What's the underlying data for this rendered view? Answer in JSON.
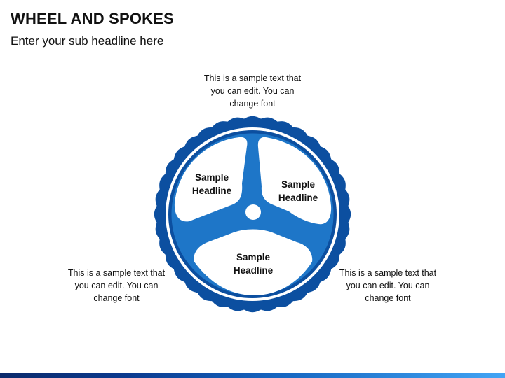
{
  "header": {
    "title": "WHEEL AND SPOKES",
    "subtitle": "Enter your sub headline here"
  },
  "callouts": {
    "top": [
      "This is a sample text that",
      "you can edit. You can",
      "change font"
    ],
    "left": [
      "This is a sample text that",
      "you can edit. You can",
      "change font"
    ],
    "right": [
      "This is a sample text that",
      "you can edit. You can",
      "change font"
    ]
  },
  "segments": {
    "left": [
      "Sample",
      "Headline"
    ],
    "right": [
      "Sample",
      "Headline"
    ],
    "bottom": [
      "Sample",
      "Headline"
    ]
  },
  "colors": {
    "outer_ring": "#0c4fa0",
    "spokes": "#1e76c8",
    "background": "#ffffff",
    "accent_bar": "#1565c0"
  }
}
